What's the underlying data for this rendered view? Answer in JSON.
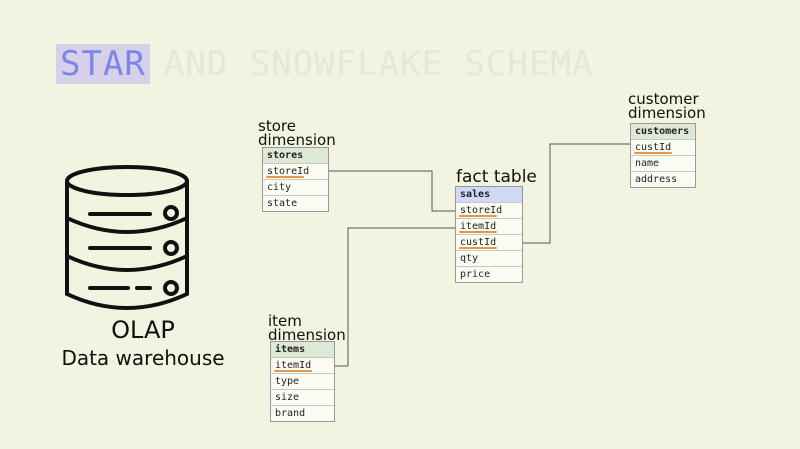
{
  "title": {
    "highlight": "STAR",
    "rest": "AND SNOWFLAKE SCHEMA"
  },
  "warehouse": {
    "line1": "OLAP",
    "line2": "Data warehouse"
  },
  "labels": {
    "store": [
      "store",
      "dimension"
    ],
    "fact": [
      "fact table"
    ],
    "customer": [
      "customer",
      "dimension"
    ],
    "item": [
      "item",
      "dimension"
    ]
  },
  "tables": {
    "stores": {
      "name": "stores",
      "fields": [
        "storeId",
        "city",
        "state"
      ]
    },
    "sales": {
      "name": "sales",
      "fields": [
        "storeId",
        "itemId",
        "custId",
        "qty",
        "price"
      ]
    },
    "customers": {
      "name": "customers",
      "fields": [
        "custId",
        "name",
        "address"
      ]
    },
    "items": {
      "name": "items",
      "fields": [
        "itemId",
        "type",
        "size",
        "brand"
      ]
    }
  },
  "colors": {
    "background": "#f2f3e0",
    "title_accent": "#7d86e6",
    "key_underline": "#e8954a",
    "dim_header": "#dde8d6",
    "fact_header": "#cfd8f6"
  }
}
